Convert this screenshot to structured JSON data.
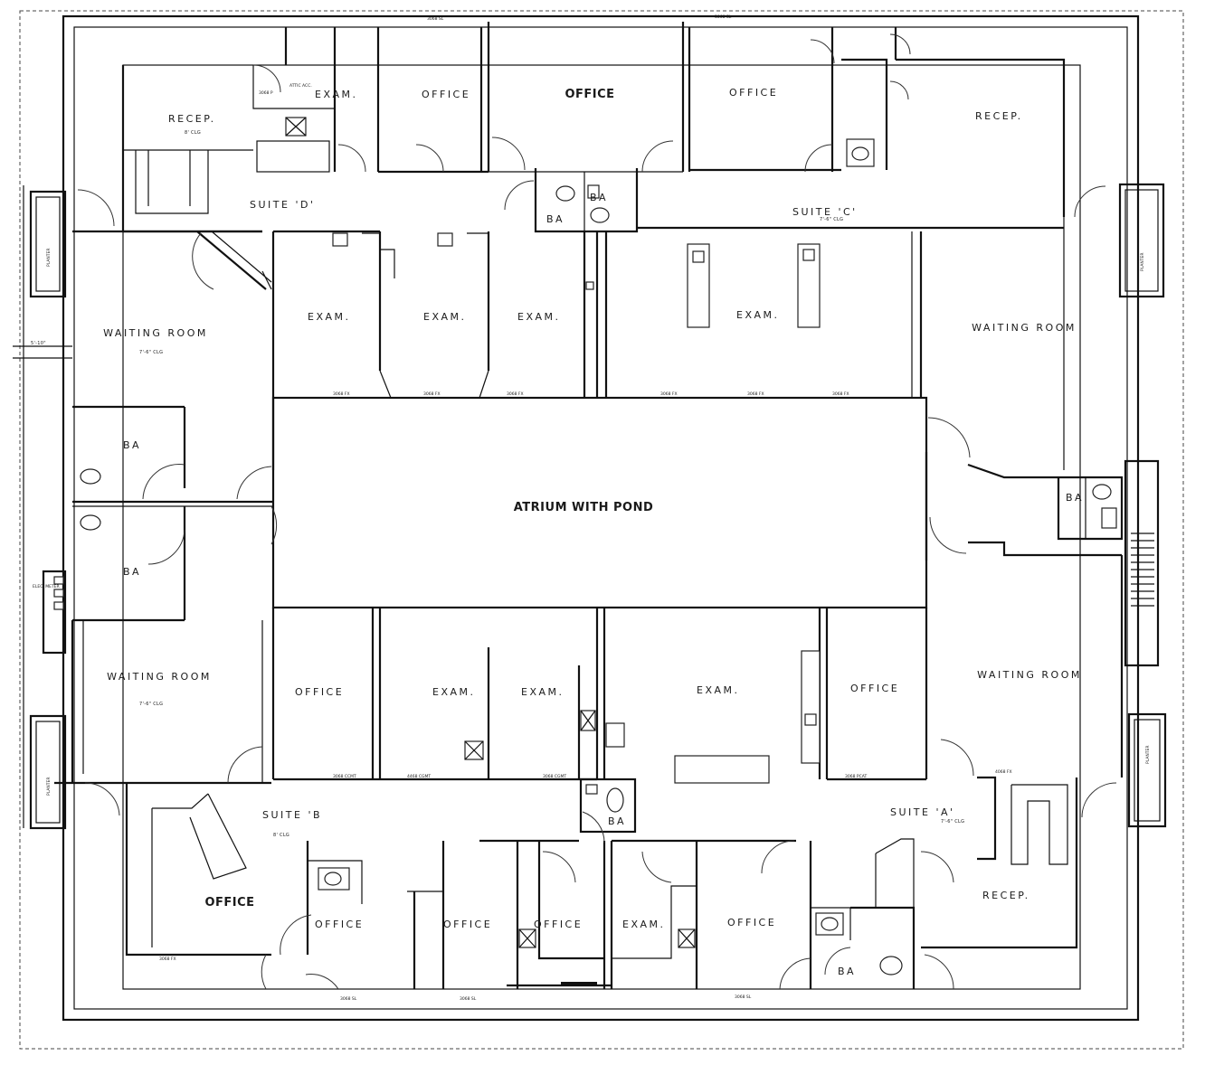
{
  "plan": {
    "atrium": "ATRIUM WITH POND",
    "suite_d": "SUITE 'D'",
    "suite_c": "SUITE 'C'",
    "suite_b": "SUITE 'B",
    "suite_a": "SUITE 'A'",
    "rooms": {
      "d_recep": "RECEP.",
      "d_exam_top": "EXAM.",
      "d_office_top": "OFFICE",
      "center_office_top": "OFFICE",
      "c_office_top": "OFFICE",
      "c_recep": "RECEP.",
      "d_waiting": "WAITING ROOM",
      "c_waiting": "WAITING ROOM",
      "exam_1": "EXAM.",
      "exam_2": "EXAM.",
      "exam_3": "EXAM.",
      "exam_4": "EXAM.",
      "ba_top": "BA",
      "ba_center": "BA",
      "ba_left_1": "BA",
      "ba_left_2": "BA",
      "ba_right": "BA",
      "b_waiting": "WAITING ROOM",
      "a_waiting": "WAITING ROOM",
      "lower_office_1": "OFFICE",
      "lower_exam_1": "EXAM.",
      "lower_exam_2": "EXAM.",
      "lower_exam_3": "EXAM.",
      "lower_office_2": "OFFICE",
      "b_office": "OFFICE",
      "b_office_2": "OFFICE",
      "b_office_3": "OFFICE",
      "b_office_4": "OFFICE",
      "b_exam": "EXAM.",
      "a_office": "OFFICE",
      "a_recep": "RECEP.",
      "a_ba": "BA",
      "b_ba": "BA"
    },
    "planters": [
      "PLANTER",
      "PLANTER",
      "PLANTER",
      "PLANTER"
    ],
    "notes": {
      "d_clg_recep": "8' CLG",
      "d_clg_waiting": "7'-6\" CLG",
      "c_clg_suite": "7'-6\" CLG",
      "b_clg_waiting": "7'-6\" CLG",
      "b_clg_suite": "8' CLG",
      "a_clg_suite": "7'-6\" CLG",
      "dim_left": "5'-10\"",
      "elec_meter": "ELEC. METER",
      "attic": "ATTIC ACC.",
      "door_3068sl_1": "3068 SL",
      "door_3068sl_2": "3068 SL",
      "door_3068sl_3": "3068 SL",
      "door_3068sl_4": "3068 SL",
      "door_3068sl_5": "3068 SL",
      "door_3068fx_1": "3068 FX",
      "door_3068fx_2": "3068 FX",
      "door_3068fx_3": "3068 FX",
      "door_3068fx_4": "3068 FX",
      "door_3068fx_5": "3068 FX",
      "door_3068fx_6": "3068 FX",
      "door_3068fx_7": "3068 FX",
      "door_3068p": "3068 P",
      "door_3068pcat": "3068 PCAT",
      "door_3068ccmt": "3068 CCMT",
      "door_4068": "4068 FX",
      "door_3068cgmt": "3068 CGMT",
      "door_4468": "4468 CGMT"
    }
  }
}
